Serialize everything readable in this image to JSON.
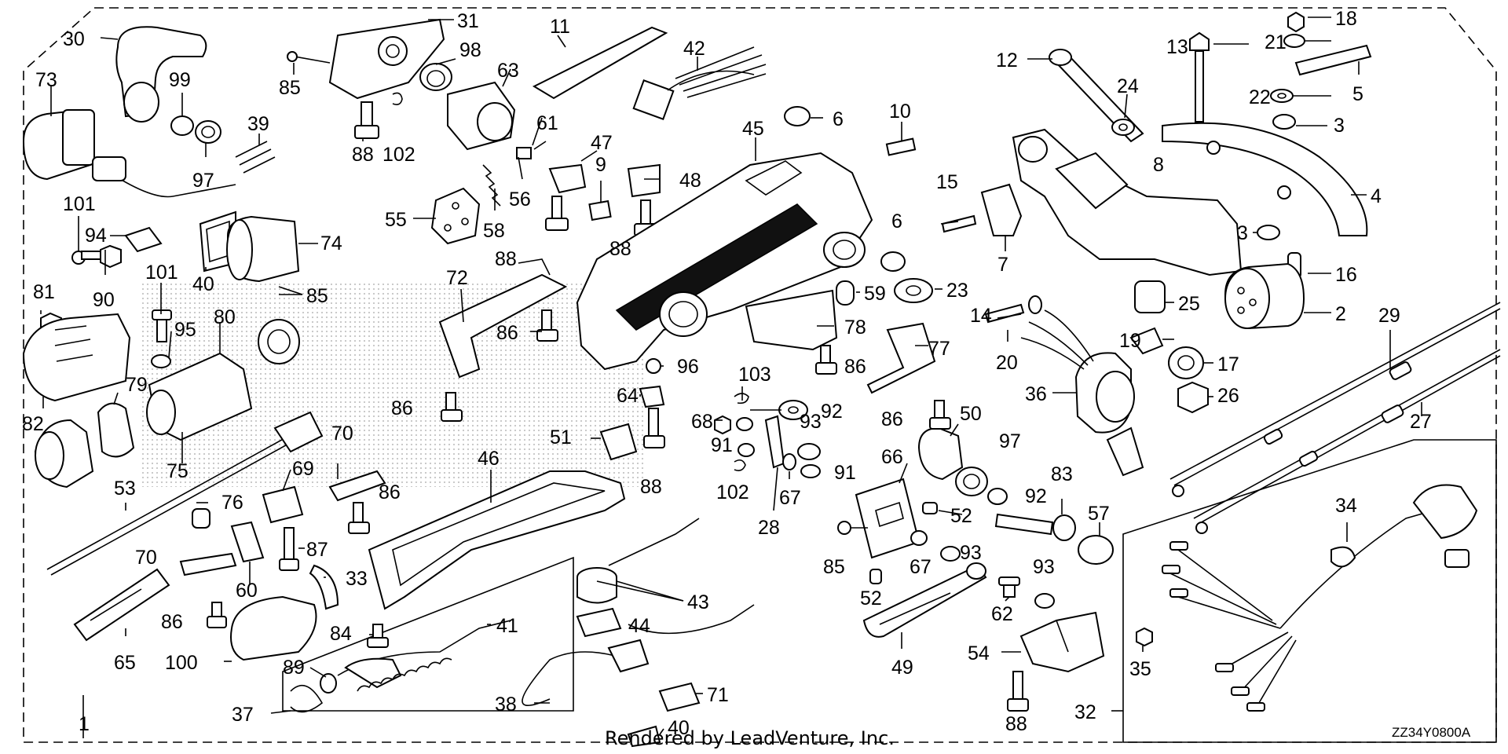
{
  "diagram": {
    "code": "ZZ34Y0800A",
    "credit": "Rendered by LeadVenture, Inc.",
    "callouts": [
      {
        "n": "30"
      },
      {
        "n": "73"
      },
      {
        "n": "99"
      },
      {
        "n": "97"
      },
      {
        "n": "39"
      },
      {
        "n": "85"
      },
      {
        "n": "31"
      },
      {
        "n": "98"
      },
      {
        "n": "63"
      },
      {
        "n": "88"
      },
      {
        "n": "102"
      },
      {
        "n": "11"
      },
      {
        "n": "42"
      },
      {
        "n": "61"
      },
      {
        "n": "47"
      },
      {
        "n": "48"
      },
      {
        "n": "9"
      },
      {
        "n": "56"
      },
      {
        "n": "58"
      },
      {
        "n": "55"
      },
      {
        "n": "45"
      },
      {
        "n": "6"
      },
      {
        "n": "10"
      },
      {
        "n": "12"
      },
      {
        "n": "24"
      },
      {
        "n": "13"
      },
      {
        "n": "18"
      },
      {
        "n": "21"
      },
      {
        "n": "5"
      },
      {
        "n": "22"
      },
      {
        "n": "3"
      },
      {
        "n": "8"
      },
      {
        "n": "4"
      },
      {
        "n": "16"
      },
      {
        "n": "2"
      },
      {
        "n": "15"
      },
      {
        "n": "7"
      },
      {
        "n": "23"
      },
      {
        "n": "59"
      },
      {
        "n": "25"
      },
      {
        "n": "14"
      },
      {
        "n": "19"
      },
      {
        "n": "17"
      },
      {
        "n": "20"
      },
      {
        "n": "26"
      },
      {
        "n": "36"
      },
      {
        "n": "29"
      },
      {
        "n": "27"
      },
      {
        "n": "101"
      },
      {
        "n": "94"
      },
      {
        "n": "90"
      },
      {
        "n": "81"
      },
      {
        "n": "40"
      },
      {
        "n": "74"
      },
      {
        "n": "95"
      },
      {
        "n": "80"
      },
      {
        "n": "72"
      },
      {
        "n": "86"
      },
      {
        "n": "78"
      },
      {
        "n": "77"
      },
      {
        "n": "82"
      },
      {
        "n": "79"
      },
      {
        "n": "96"
      },
      {
        "n": "103"
      },
      {
        "n": "64"
      },
      {
        "n": "92"
      },
      {
        "n": "68"
      },
      {
        "n": "93"
      },
      {
        "n": "91"
      },
      {
        "n": "50"
      },
      {
        "n": "51"
      },
      {
        "n": "66"
      },
      {
        "n": "53"
      },
      {
        "n": "75"
      },
      {
        "n": "70"
      },
      {
        "n": "46"
      },
      {
        "n": "28"
      },
      {
        "n": "67"
      },
      {
        "n": "52"
      },
      {
        "n": "83"
      },
      {
        "n": "57"
      },
      {
        "n": "34"
      },
      {
        "n": "76"
      },
      {
        "n": "69"
      },
      {
        "n": "60"
      },
      {
        "n": "87"
      },
      {
        "n": "33"
      },
      {
        "n": "43"
      },
      {
        "n": "44"
      },
      {
        "n": "65"
      },
      {
        "n": "100"
      },
      {
        "n": "84"
      },
      {
        "n": "41"
      },
      {
        "n": "89"
      },
      {
        "n": "37"
      },
      {
        "n": "38"
      },
      {
        "n": "71"
      },
      {
        "n": "49"
      },
      {
        "n": "54"
      },
      {
        "n": "62"
      },
      {
        "n": "35"
      },
      {
        "n": "32"
      },
      {
        "n": "1"
      }
    ]
  }
}
